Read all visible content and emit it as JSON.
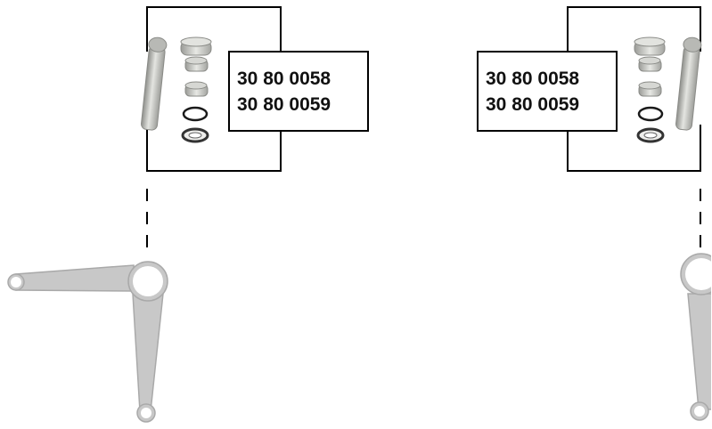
{
  "colors": {
    "line": "#000000",
    "part_fill": "#c9cac6",
    "part_stroke": "#9a9b97",
    "arm_fill": "#c8c8c8",
    "arm_stroke": "#a9a9a9"
  },
  "left_kit": {
    "part_numbers": [
      "30 80 0058",
      "30 80 0059"
    ],
    "icons": [
      "kingpin-icon",
      "bushing-cap-icon",
      "bushing-icon",
      "bushing-icon",
      "seal-ring-icon",
      "thrust-washer-icon"
    ]
  },
  "right_kit": {
    "part_numbers": [
      "30 80 0058",
      "30 80 0059"
    ],
    "icons": [
      "kingpin-icon",
      "bushing-cap-icon",
      "bushing-icon",
      "bushing-icon",
      "seal-ring-icon",
      "thrust-washer-icon"
    ]
  },
  "left_arm": {
    "icon": "steering-arm-icon"
  },
  "right_arm": {
    "icon": "steering-arm-icon"
  }
}
